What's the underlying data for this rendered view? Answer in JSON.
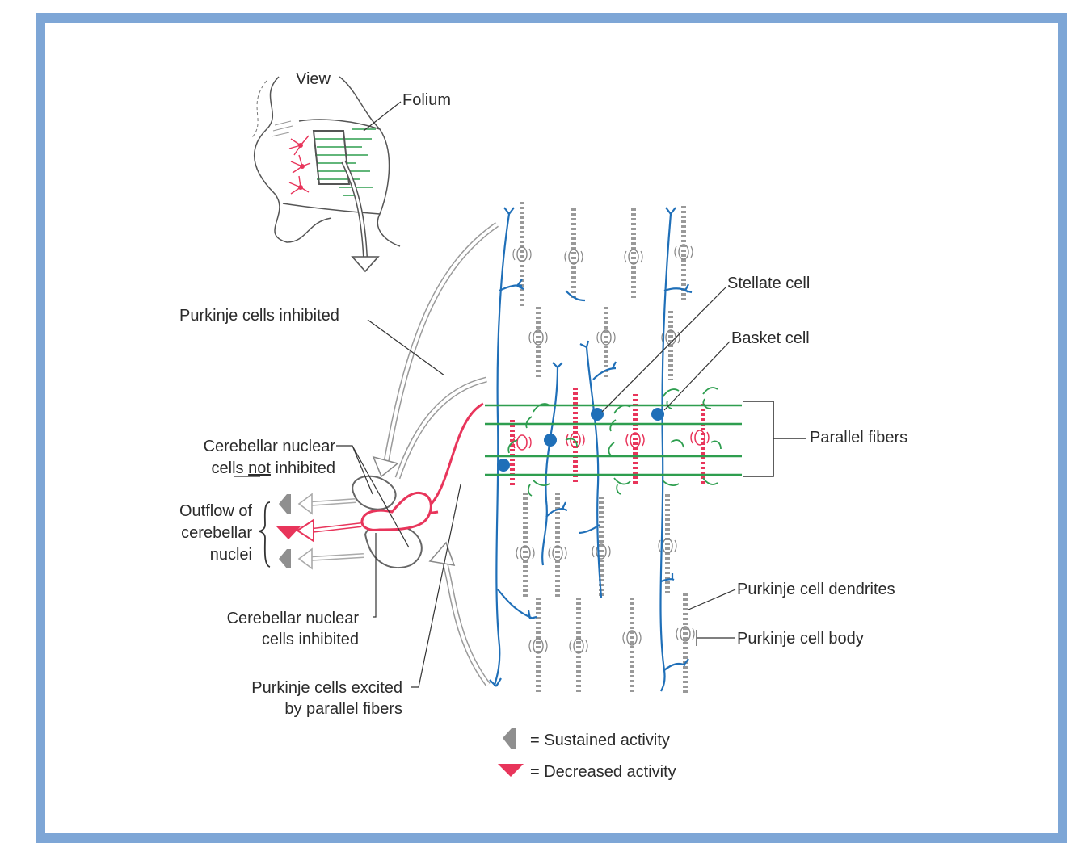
{
  "colors": {
    "frame": "#7ea6d6",
    "purkinje": "#1f6fb8",
    "parallel_fibers": "#2e9e4f",
    "red": "#e8355b",
    "gray": "#9a9a9a",
    "dark": "#2b2b2b"
  },
  "labels": {
    "view": "View",
    "folium": "Folium",
    "stellate_cell": "Stellate cell",
    "basket_cell": "Basket cell",
    "purkinje_cells_inhibited": "Purkinje cells inhibited",
    "parallel_fibers": "Parallel fibers",
    "cerebellar_nuclear_not_inhibited_line1": "Cerebellar nuclear",
    "cerebellar_nuclear_not_inhibited_cells": "cells ",
    "cerebellar_nuclear_not_inhibited_not": "not",
    "cerebellar_nuclear_not_inhibited_rest": " inhibited",
    "outflow_line1": "Outflow of",
    "outflow_line2": "cerebellar",
    "outflow_line3": "nuclei",
    "purkinje_cell_dendrites": "Purkinje cell dendrites",
    "purkinje_cell_body": "Purkinje cell body",
    "cerebellar_nuclear_inhibited_line1": "Cerebellar nuclear",
    "cerebellar_nuclear_inhibited_line2": "cells inhibited",
    "purkinje_excited_line1": "Purkinje cells excited",
    "purkinje_excited_line2": "by parallel fibers"
  },
  "legend": {
    "sustained": "= Sustained activity",
    "decreased": "= Decreased activity"
  }
}
